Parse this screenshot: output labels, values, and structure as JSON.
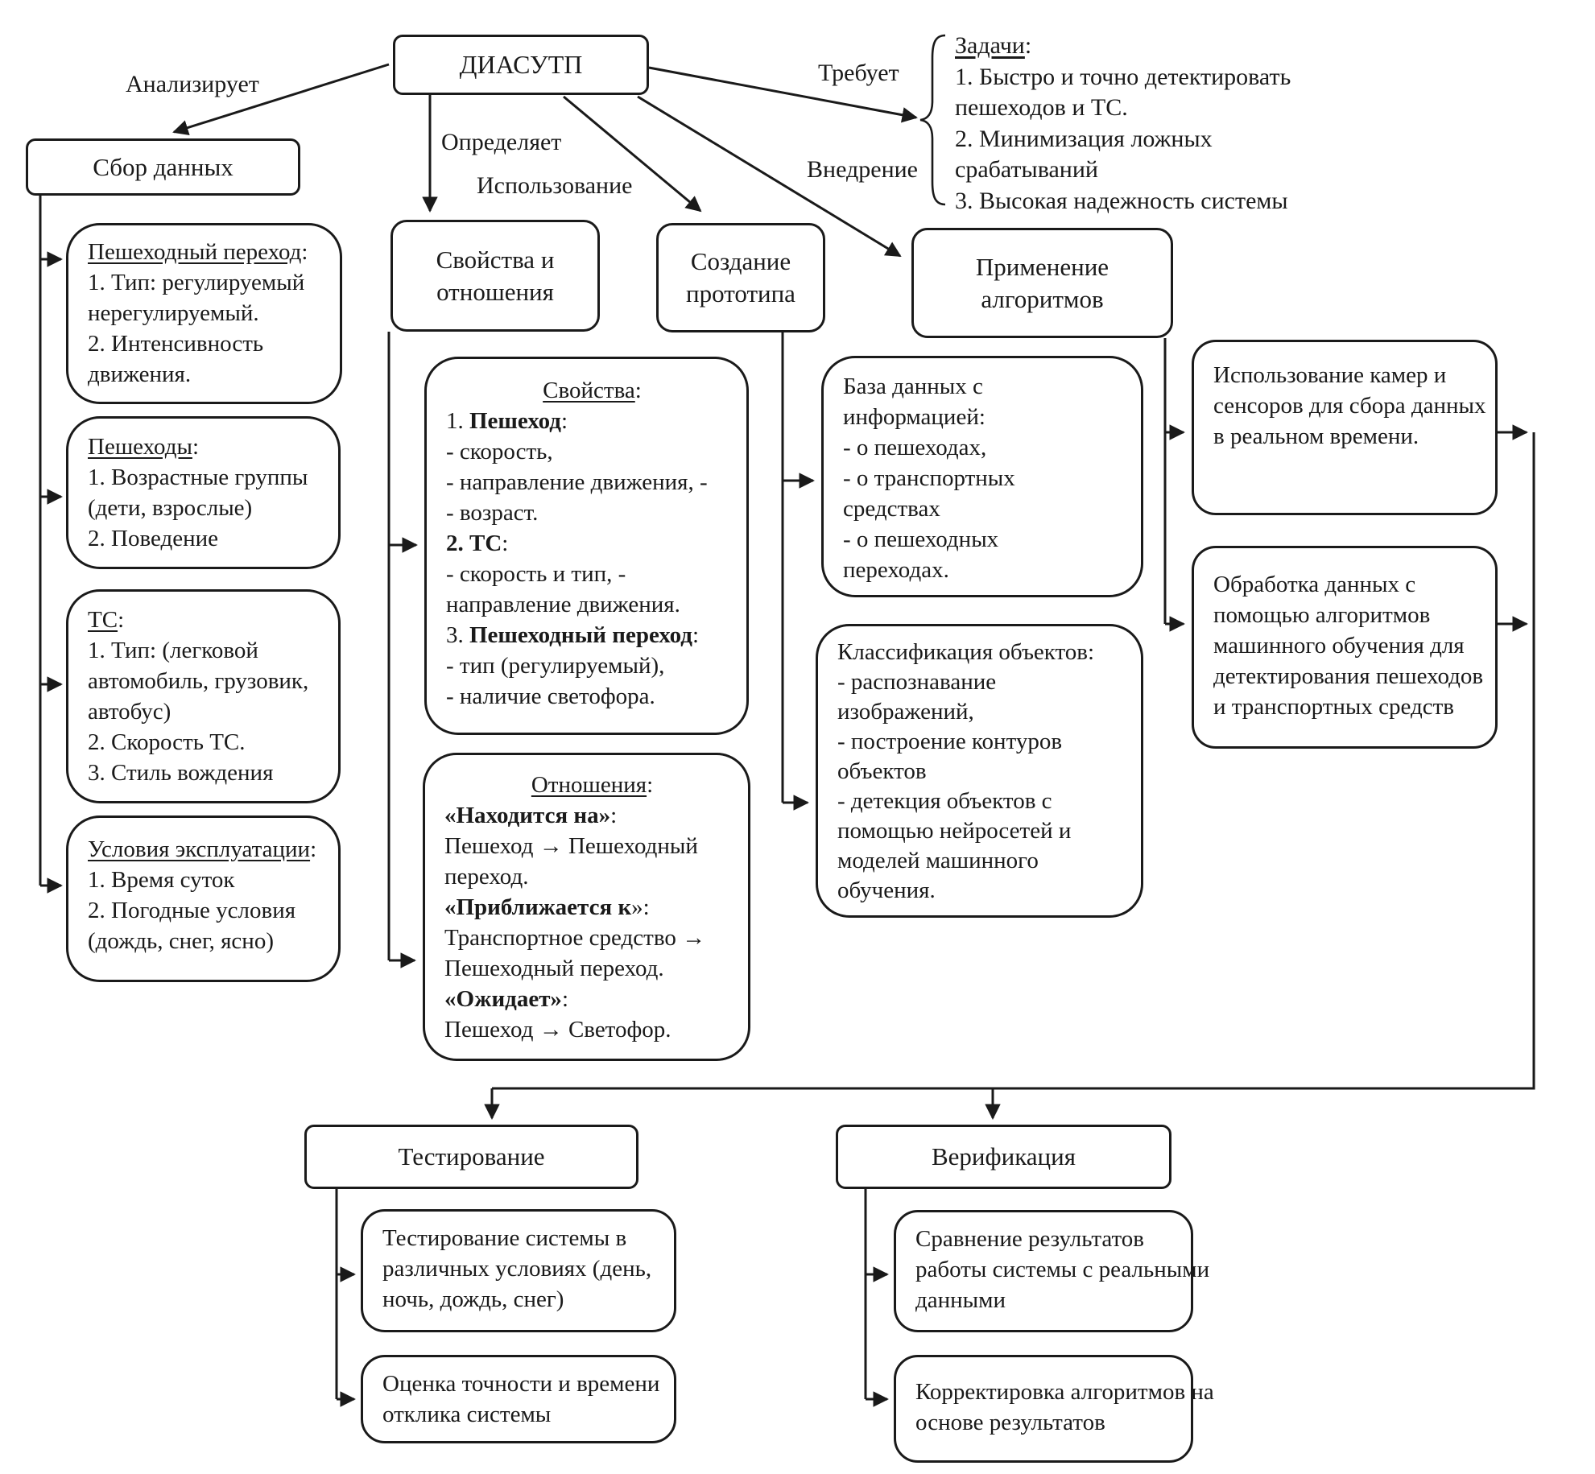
{
  "root_label": "ДИАСУТП",
  "edges": {
    "analyzes": "Анализирует",
    "defines": "Определяет",
    "usage": "Использование",
    "implementation": "Внедрение",
    "requires": "Требует"
  },
  "tasks": {
    "title": "Задачи",
    "colon": ":",
    "lines": [
      "1. Быстро и точно детектировать",
      "пешеходов и ТС.",
      "2. Минимизация ложных",
      "срабатываний",
      "3. Высокая надежность системы"
    ]
  },
  "data_collection": {
    "header": "Сбор данных",
    "crosswalk": {
      "title": "Пешеходный переход",
      "colon": ":",
      "lines": [
        "1. Тип: регулируемый",
        "нерегулируемый.",
        "2. Интенсивность",
        "движения."
      ]
    },
    "pedestrians": {
      "title": "Пешеходы",
      "colon": ":",
      "lines": [
        "1. Возрастные группы",
        "(дети, взрослые)",
        "2. Поведение"
      ]
    },
    "vehicles": {
      "title": "ТС",
      "colon": ":",
      "lines": [
        "1. Тип: (легковой",
        "автомобиль, грузовик,",
        "автобус)",
        "2. Скорость ТС.",
        "3. Стиль вождения"
      ]
    },
    "conditions": {
      "title": "Условия эксплуатации",
      "colon": ":",
      "lines": [
        "1. Время суток",
        "2. Погодные условия",
        "(дождь, снег, ясно)"
      ]
    }
  },
  "properties_relations": {
    "header_line1": "Свойства и",
    "header_line2": "отношения",
    "properties": {
      "title": "Свойства",
      "colon": ":",
      "items": [
        {
          "pre": "1. ",
          "bold": "Пешеход",
          "post": ":"
        },
        {
          "text": "- скорость,"
        },
        {
          "text": "- направление движения, -"
        },
        {
          "text": "- возраст."
        },
        {
          "bold": "2. ТС",
          "post": ":"
        },
        {
          "text": "- скорость и тип, -"
        },
        {
          "text": "направление движения."
        },
        {
          "pre": "3. ",
          "bold": "Пешеходный переход",
          "post": ":"
        },
        {
          "text": "- тип (регулируемый),"
        },
        {
          "text": "- наличие светофора."
        }
      ]
    },
    "relations": {
      "title": "Отношения",
      "colon": ":",
      "items": [
        {
          "bold": "«Находится на»",
          "post": ":"
        },
        {
          "text": "Пешеход → Пешеходный"
        },
        {
          "text": "переход."
        },
        {
          "bold": "«Приближается к",
          "post": "»:"
        },
        {
          "text": "Транспортное средство →"
        },
        {
          "text": "Пешеходный переход."
        },
        {
          "bold": "«Ожидает»",
          "post": ":"
        },
        {
          "text": "Пешеход → Светофор."
        }
      ]
    }
  },
  "prototype": {
    "header_line1": "Создание",
    "header_line2": "прототипа",
    "database": {
      "lines": [
        "База данных с",
        "информацией:",
        "- о пешеходах,",
        "- о транспортных",
        "средствах",
        "- о пешеходных",
        "переходах."
      ]
    },
    "classification": {
      "lines": [
        "Классификация объектов:",
        "- распознавание",
        "изображений,",
        "- построение контуров",
        "объектов",
        "- детекция объектов с",
        "помощью нейросетей и",
        "моделей машинного",
        "обучения."
      ]
    }
  },
  "algorithms": {
    "header_line1": "Применение",
    "header_line2": "алгоритмов",
    "cameras": {
      "lines": [
        "Использование камер и",
        "сенсоров для сбора данных",
        "в реальном времени."
      ]
    },
    "processing": {
      "lines": [
        "Обработка данных с",
        "помощью алгоритмов",
        "машинного обучения для",
        "детектирования пешеходов",
        "и транспортных средств"
      ]
    }
  },
  "testing": {
    "header": "Тестирование",
    "box1": {
      "lines": [
        "Тестирование системы в",
        "различных условиях (день,",
        "ночь, дождь, снег)"
      ]
    },
    "box2": {
      "lines": [
        "Оценка точности и времени",
        "отклика системы"
      ]
    }
  },
  "verification": {
    "header": "Верификация",
    "box1": {
      "lines": [
        "Сравнение результатов",
        "работы системы с реальными",
        "данными"
      ]
    },
    "box2": {
      "lines": [
        "Корректировка алгоритмов на",
        "основе результатов"
      ]
    }
  },
  "colors": {
    "line": "#1a1a1a",
    "background": "#ffffff",
    "text": "#1a1a1a"
  }
}
